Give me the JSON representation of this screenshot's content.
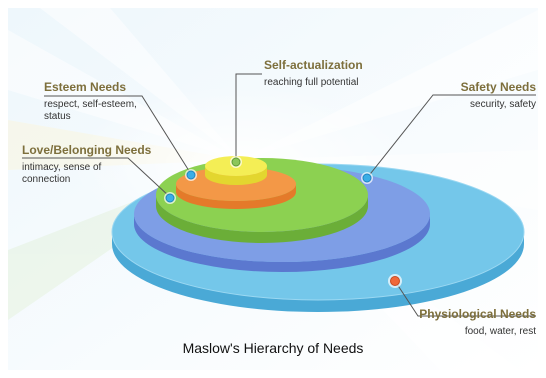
{
  "diagram": {
    "caption": "Maslow's Hierarchy of Needs",
    "levels": [
      {
        "title": "Self-actualization",
        "desc": "reaching full potential",
        "color": "#f4ee55"
      },
      {
        "title": "Esteem Needs",
        "desc": "respect, self-esteem, status",
        "color": "#f39847"
      },
      {
        "title": "Love/Belonging Needs",
        "desc": "intimacy, sense of connection",
        "color": "#8cd151"
      },
      {
        "title": "Safety Needs",
        "desc": "security, safety",
        "color": "#7e9ee6"
      },
      {
        "title": "Physiological Needs",
        "desc": "food, water, rest",
        "color": "#74c7ea"
      }
    ],
    "label_color": "#7d6f3c"
  }
}
